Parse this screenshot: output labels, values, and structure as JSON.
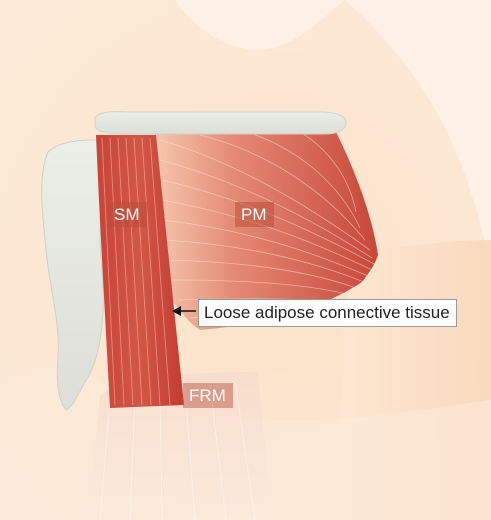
{
  "labels": {
    "sm": "SM",
    "pm": "PM",
    "frm": "FRM",
    "callout": "Loose adipose connective tissue"
  },
  "colors": {
    "skin": "#fbe3cc",
    "bone": "#e3e4de",
    "muscle": "#c9443a",
    "muscle_light": "#f1b59c"
  }
}
